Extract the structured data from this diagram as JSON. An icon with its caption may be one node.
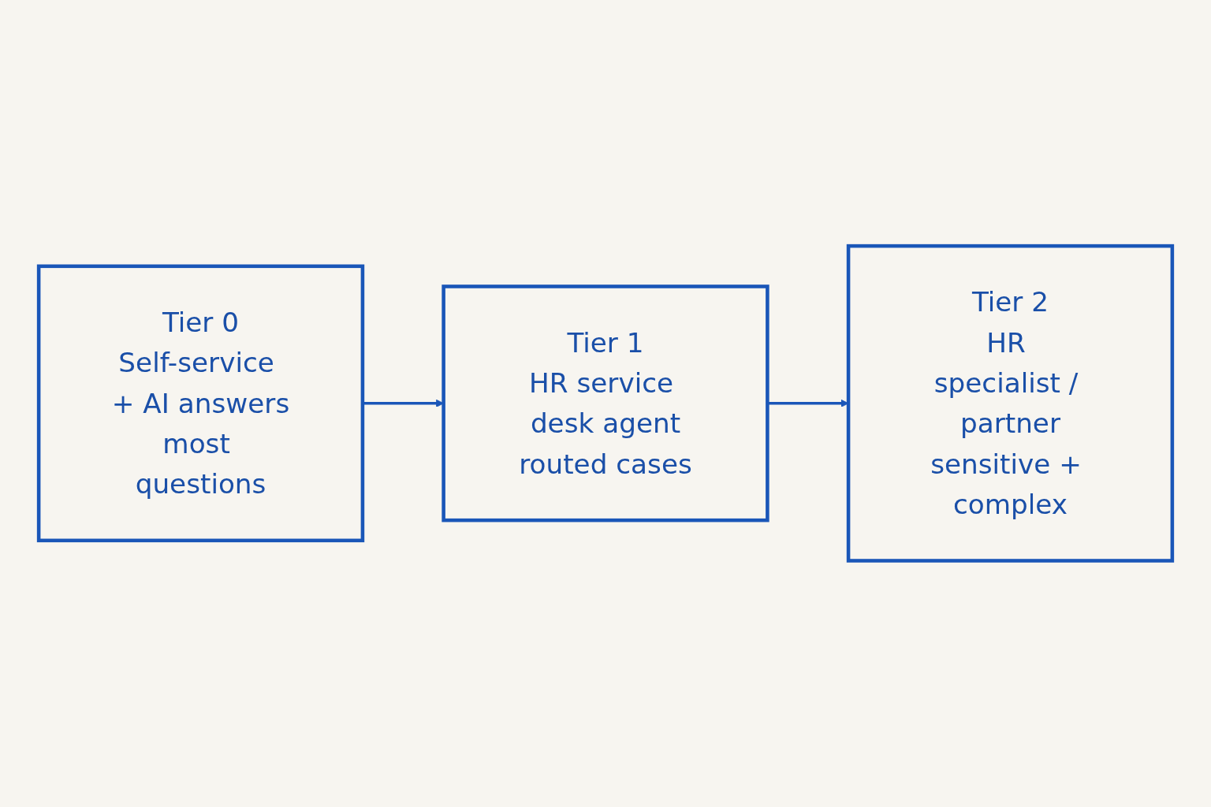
{
  "diagram": {
    "nodes": [
      {
        "text": [
          "Tier 0",
          "Self-service + AI answers",
          "most questions"
        ]
      },
      {
        "text": [
          "Tier 1",
          "HR service desk agent",
          "routed cases"
        ]
      },
      {
        "text": [
          "Tier 2",
          "HR specialist / partner",
          "sensitive + complex"
        ]
      }
    ],
    "edges": [
      {
        "from": 0,
        "to": 1,
        "arrow": "to"
      },
      {
        "from": 1,
        "to": 2,
        "arrow": "to"
      }
    ]
  }
}
